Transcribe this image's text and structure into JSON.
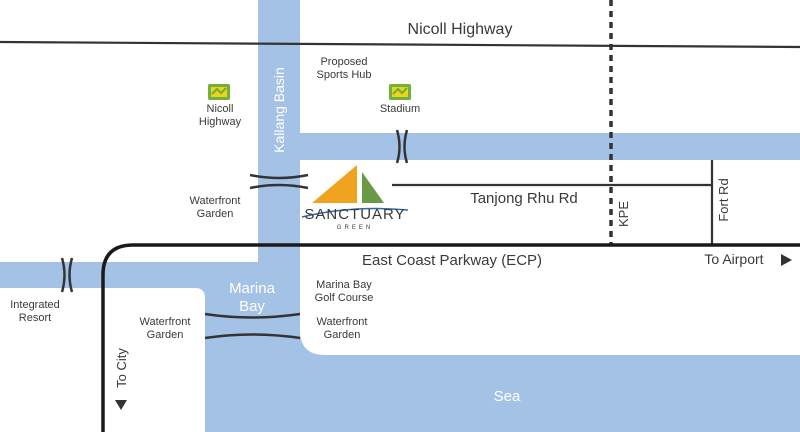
{
  "roads": {
    "nicoll_highway": "Nicoll Highway",
    "tanjong_rhu": "Tanjong Rhu Rd",
    "ecp": "East Coast Parkway (ECP)",
    "kpe": "KPE",
    "fort_rd": "Fort Rd"
  },
  "directions": {
    "to_airport": "To Airport",
    "to_city": "To City"
  },
  "water": {
    "kallang_basin": "Kallang Basin",
    "marina_bay_l1": "Marina",
    "marina_bay_l2": "Bay",
    "sea": "Sea"
  },
  "places": {
    "proposed_l1": "Proposed",
    "proposed_l2": "Sports Hub",
    "stadium": "Stadium",
    "nicoll_station_l1": "Nicoll",
    "nicoll_station_l2": "Highway",
    "waterfront_garden_top_l1": "Waterfront",
    "waterfront_garden_top_l2": "Garden",
    "integrated_l1": "Integrated",
    "integrated_l2": "Resort",
    "golf_l1": "Marina Bay",
    "golf_l2": "Golf Course",
    "wf_left_l1": "Waterfront",
    "wf_left_l2": "Garden",
    "wf_right_l1": "Waterfront",
    "wf_right_l2": "Garden"
  },
  "logo": {
    "name": "SANCTUARY",
    "sub": "GREEN"
  },
  "colors": {
    "water": "#a4c2e6",
    "road": "#333333",
    "mrt_green": "#6fb13a",
    "mrt_yellow": "#f0d21c",
    "sail_orange": "#f0a31f",
    "sail_green": "#6a9a45",
    "logo_blue": "#2f6aa0"
  },
  "icons": [
    "mrt-station-icon",
    "arrow-right-icon",
    "arrow-down-icon"
  ]
}
